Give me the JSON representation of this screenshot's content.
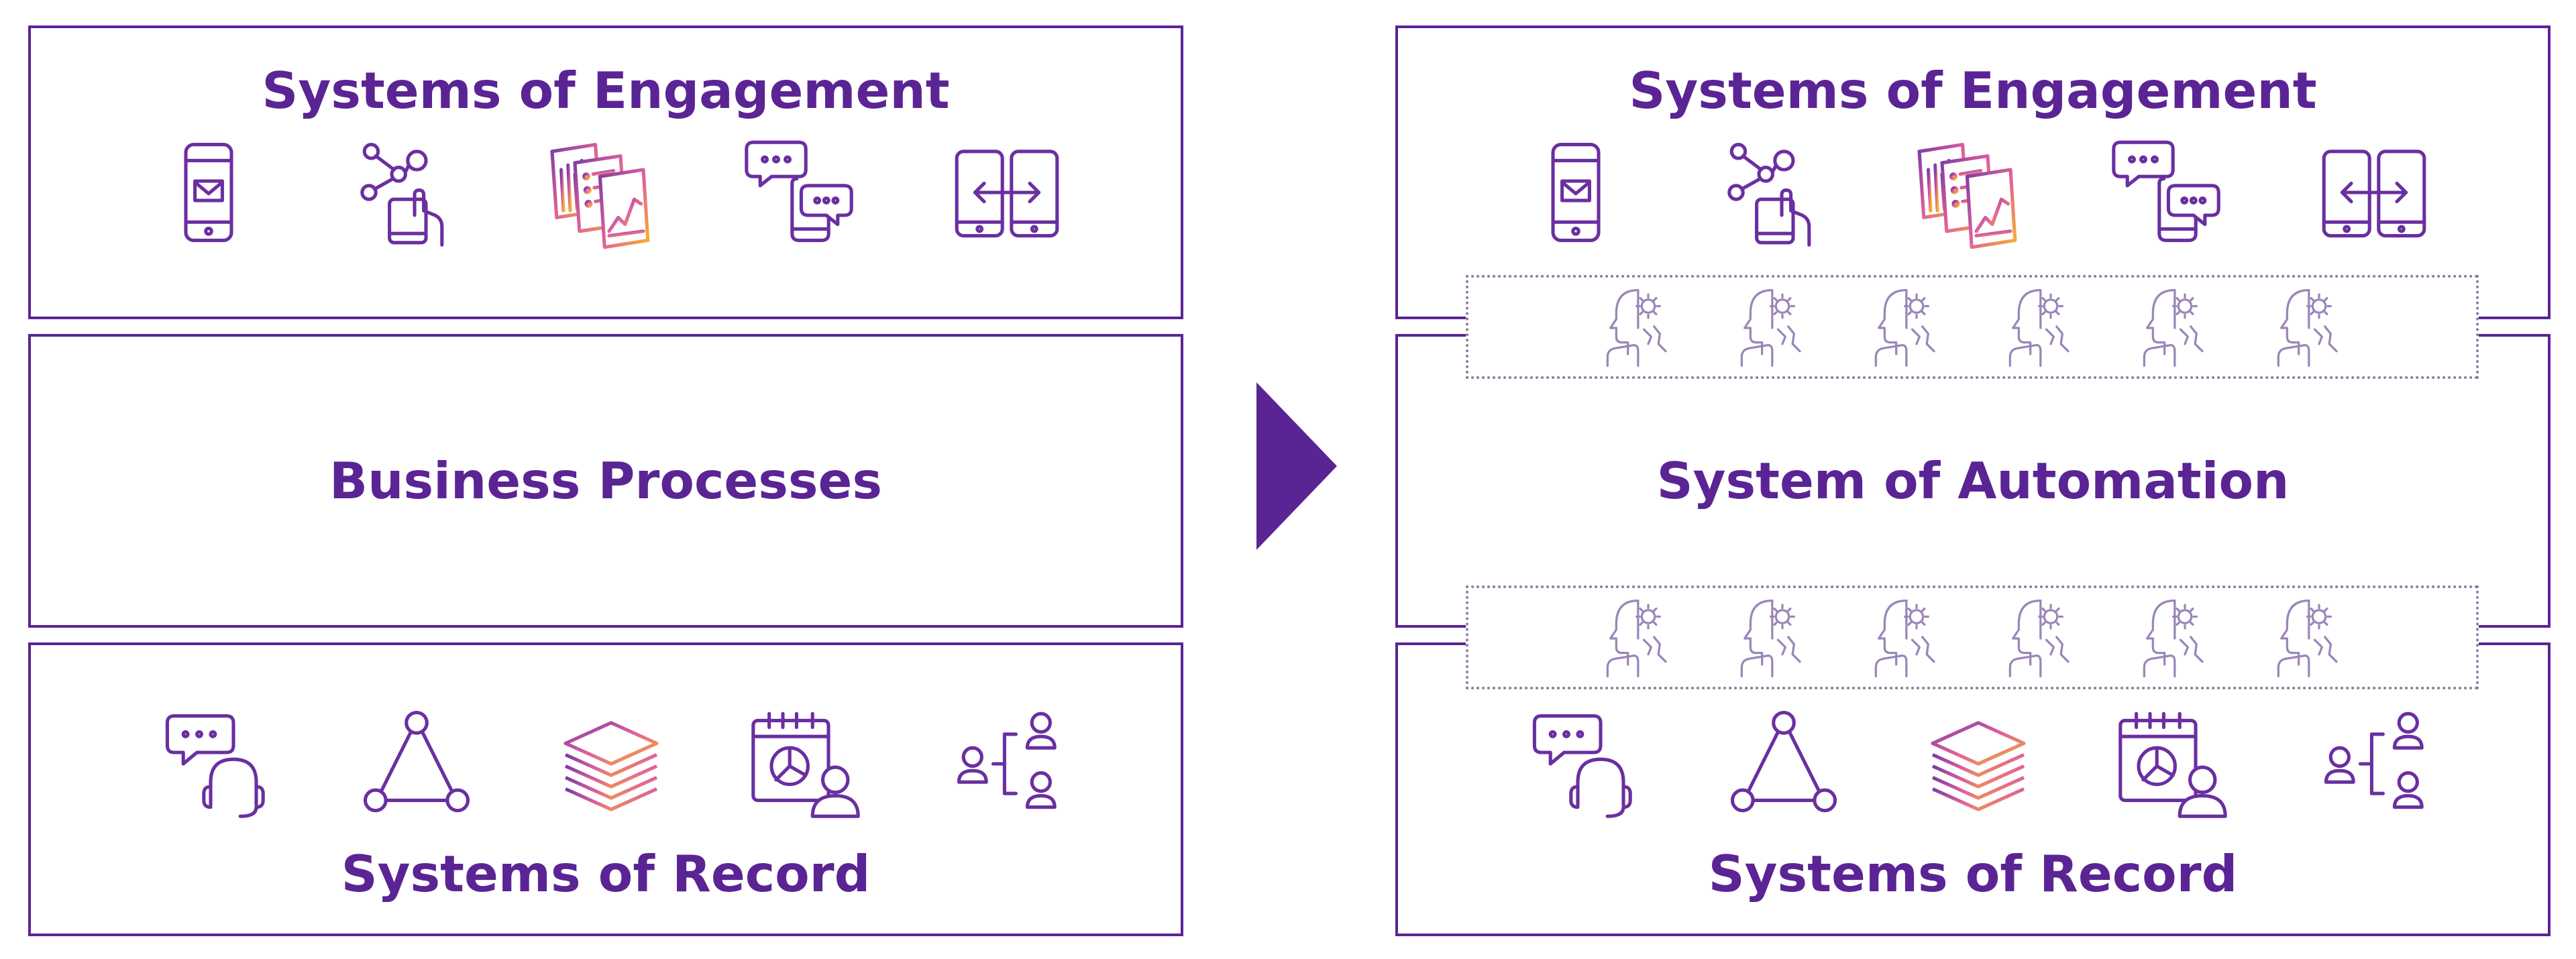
{
  "left": {
    "engagement_title": "Systems of Engagement",
    "middle_title": "Business Processes",
    "record_title": "Systems of Record"
  },
  "right": {
    "engagement_title": "Systems of Engagement",
    "middle_title": "System of Automation",
    "record_title": "Systems of Record"
  },
  "engagement_icons": [
    "mobile-mail-icon",
    "network-hand-icon",
    "gradient-charts-icon",
    "mobile-chat-icon",
    "data-transfer-icon"
  ],
  "record_icons": [
    "chat-headset-icon",
    "triangle-network-icon",
    "gradient-layers-icon",
    "calendar-report-user-icon",
    "user-hierarchy-icon"
  ],
  "automation_icons": [
    "robot-head-icon"
  ],
  "colors": {
    "purple": "#5b2494",
    "icon_purple": "#6a2fa0",
    "dotted_border": "#8a7aa0",
    "robot": "#9a86b8"
  }
}
